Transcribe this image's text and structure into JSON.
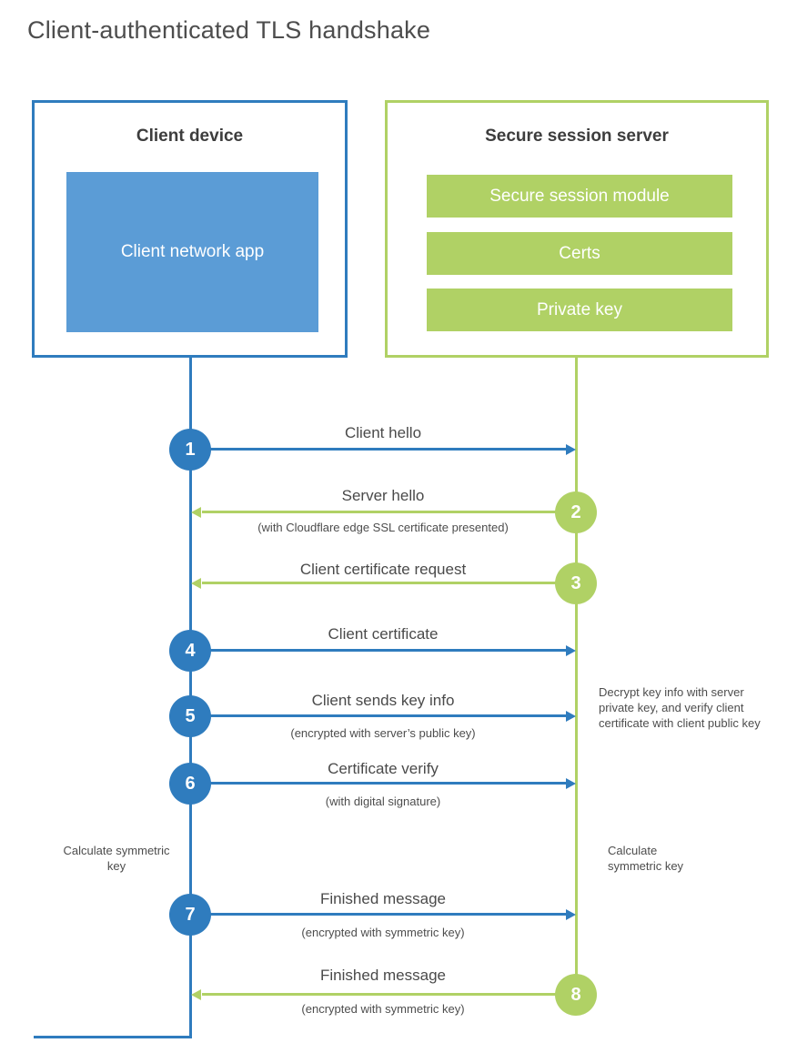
{
  "title": "Client-authenticated TLS handshake",
  "colors": {
    "blue": "#2f7cbe",
    "blue_fill": "#5b9cd6",
    "green": "#b0d165"
  },
  "client": {
    "title": "Client device",
    "app": "Client network app"
  },
  "server": {
    "title": "Secure session server",
    "modules": [
      "Secure session module",
      "Certs",
      "Private key"
    ]
  },
  "steps": [
    {
      "num": "1",
      "label": "Client hello",
      "sub": "",
      "direction": "client-to-server"
    },
    {
      "num": "2",
      "label": "Server hello",
      "sub": "(with Cloudflare edge SSL certificate presented)",
      "direction": "server-to-client"
    },
    {
      "num": "3",
      "label": "Client certificate request",
      "sub": "",
      "direction": "server-to-client"
    },
    {
      "num": "4",
      "label": "Client certificate",
      "sub": "",
      "direction": "client-to-server"
    },
    {
      "num": "5",
      "label": "Client sends key info",
      "sub": "(encrypted with server’s public key)",
      "direction": "client-to-server"
    },
    {
      "num": "6",
      "label": "Certificate verify",
      "sub": "(with digital signature)",
      "direction": "client-to-server"
    },
    {
      "num": "7",
      "label": "Finished message",
      "sub": "(encrypted with symmetric key)",
      "direction": "client-to-server"
    },
    {
      "num": "8",
      "label": "Finished message",
      "sub": "(encrypted with symmetric key)",
      "direction": "server-to-client"
    }
  ],
  "notes": {
    "decrypt_note": "Decrypt key info with server private key, and verify client certificate with client public key",
    "calculate_left": "Calculate symmetric key",
    "calculate_right": "Calculate symmetric key"
  }
}
